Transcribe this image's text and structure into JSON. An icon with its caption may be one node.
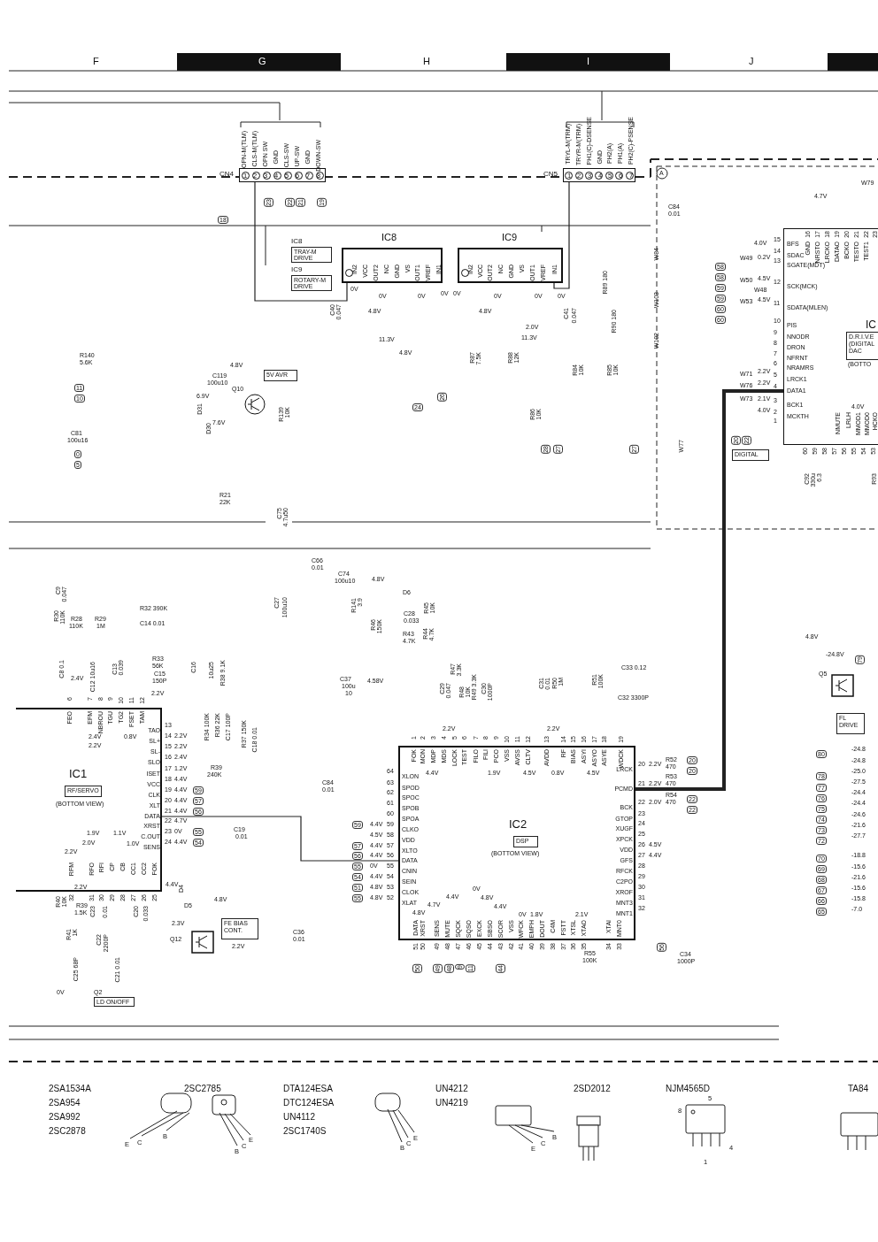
{
  "diagram": {
    "nodes": [
      {
        "text": [
          "CN4"
        ],
        "beside": [
          "OPN-M(TLM)",
          "CLS-M(TLM)",
          "OPN SW",
          "GND",
          "CLS-SW",
          "UP-SW",
          "GND",
          "DOWN-SW"
        ]
      },
      {
        "text": [
          "CN5"
        ],
        "beside": [
          "TRYL-M(TRM)",
          "TRYR-M(TRM)",
          "PH1(C)-DSENSE",
          "GND",
          "PH2(A)",
          "PH1(A)",
          "PH2(C)-PSENSE"
        ]
      },
      {
        "text": [
          "IC8",
          "TRAY-M DRIVE"
        ]
      },
      {
        "text": [
          "IC9",
          "ROTARY-M DRIVE"
        ]
      },
      {
        "text": [
          "IC8"
        ]
      },
      {
        "text": [
          "IC9"
        ]
      },
      {
        "text": [
          "IC",
          "(BOTTO"
        ]
      },
      {
        "text": [
          "D.R.I.V.E (DIGITAL DAC"
        ],
        "in": 6
      },
      {
        "text": [
          "5V AVR"
        ]
      },
      {
        "text": [
          "Q10"
        ]
      },
      {
        "text": [
          "DIGITAL"
        ]
      },
      {
        "text": [
          "IC1",
          "(BOTTOM VIEW)"
        ]
      },
      {
        "text": [
          "RF/SERVO"
        ],
        "in": 11
      },
      {
        "text": [
          "IC2",
          "(BOTTOM VIEW)"
        ]
      },
      {
        "text": [
          "DSP"
        ],
        "in": 13
      },
      {
        "text": [
          "Q5"
        ]
      },
      {
        "text": [
          "FL DRIVE"
        ]
      },
      {
        "text": [
          "Q12"
        ]
      },
      {
        "text": [
          "FE BIAS CONT."
        ]
      },
      {
        "text": [
          "Q2",
          "LD ON/OFF"
        ]
      }
    ],
    "edges": [
      {
        "from": 0,
        "to": 4,
        "arrow": "none"
      },
      {
        "from": 1,
        "to": 5,
        "arrow": "none"
      },
      {
        "from": 11,
        "to": 13,
        "arrow": "none"
      },
      {
        "from": 13,
        "to": 6,
        "arrow": "none",
        "style": "thick"
      }
    ],
    "labels": [
      "F",
      "G",
      "H",
      "I",
      "J",
      "1",
      "2",
      "3",
      "4",
      "5",
      "6",
      "7",
      "8",
      "23",
      "22",
      "21",
      "19",
      "18",
      "1",
      "2",
      "3",
      "4",
      "5",
      "6",
      "7",
      "A",
      "IN2",
      "VCC",
      "OUT2",
      "NC",
      "GND",
      "VS",
      "OUT1",
      "VREF",
      "IN1",
      "IN2",
      "VCC",
      "OUT2",
      "NC",
      "GND",
      "VS",
      "OUT1",
      "VREF",
      "IN1",
      "0V",
      "0V",
      "0V",
      "4.8V",
      "11.3V",
      "4.8V",
      "0V",
      "0V",
      "0V",
      "0V",
      "0V",
      "4.8V",
      "2.0V",
      "11.3V",
      "C40",
      "0.047",
      "C41",
      "0.047",
      "R89 180",
      "R90 180",
      "R87",
      "7.5K",
      "R88",
      "12K",
      "R84",
      "10K",
      "R85",
      "10K",
      "R86",
      "10K",
      "C119",
      "100u10",
      "R139",
      "10K",
      "4.8V",
      "6.9V",
      "7.6V",
      "D31",
      "D30",
      "R140",
      "5.6K",
      "11",
      "10",
      "0",
      "5",
      "24",
      "26",
      "28",
      "27",
      "27",
      "20",
      "22",
      "C81",
      "100u16",
      "R21",
      "22K",
      "C75",
      "4.7u50",
      "C66",
      "0.01",
      "C74",
      "100u10",
      "4.8V",
      "R141",
      "3.9",
      "D6",
      "C28",
      "0.033",
      "R45",
      "10K",
      "R46",
      "150K",
      "R43",
      "4.7K",
      "R44",
      "4.7K",
      "C27",
      "100u10",
      "C37",
      "100u",
      "10",
      "4.58V",
      "C9",
      "0.047",
      "R30",
      "110K",
      "R28",
      "110K",
      "R29",
      "1M",
      "R32 390K",
      "C14 0.01",
      "C8 0.1",
      "C12 10u16",
      "C13",
      "0.039",
      "2.4V",
      "R33",
      "56K",
      "C15",
      "150P",
      "2.2V",
      "C16",
      "10u25",
      "R38 9.1K",
      "6",
      "7",
      "8",
      "9",
      "10",
      "11",
      "12",
      "FEO",
      "EFM",
      "NBROU",
      "TGU",
      "TG2",
      "FSET",
      "TAM",
      "2.4V",
      "2.2V",
      "0.8V",
      "TAO",
      "SL+",
      "SL-",
      "SLO",
      "ISET",
      "VCC",
      "CLK",
      "XLT",
      "DATA",
      "XRST",
      "C.OUT",
      "SENS",
      "13",
      "14",
      "15",
      "16",
      "17",
      "18",
      "19",
      "20",
      "21",
      "22",
      "23",
      "24",
      "2.2V",
      "2.2V",
      "2.4V",
      "1.2V",
      "4.4V",
      "4.4V",
      "4.4V",
      "4.4V",
      "4.7V",
      "0V",
      "4.4V",
      "59",
      "57",
      "56",
      "55",
      "54",
      "R34 100K",
      "R36 22K",
      "C17 100P",
      "R37 150K",
      "C18 0.01",
      "R39",
      "240K",
      "C19",
      "0.01",
      "RFM",
      "RFO",
      "RFI",
      "CP",
      "CB",
      "CC1",
      "CC2",
      "FOK",
      "32",
      "31",
      "30",
      "29",
      "28",
      "27",
      "26",
      "25",
      "1.9V",
      "2.0V",
      "2.2V",
      "1.1V",
      "1.0V",
      "2.2V",
      "4.4V",
      "R40",
      "10K",
      "R39",
      "1.5K",
      "C23",
      "0.01",
      "C20",
      "0.033",
      "D4",
      "D5",
      "4.8V",
      "2.3V",
      "2.2V",
      "C22",
      "2200P",
      "R41",
      "1K",
      "C25 68P",
      "C21 0.01",
      "0V",
      "C84",
      "0.01",
      "C36",
      "0.01",
      "FOK",
      "MON",
      "MDP",
      "MDS",
      "LOCK",
      "TEST",
      "FILO",
      "FILI",
      "PCO",
      "VSS",
      "AVSS",
      "CLTV",
      "AVDD",
      "RF",
      "BIAS",
      "ASYI",
      "ASYO",
      "ASYE",
      "WDCK",
      "1",
      "2",
      "3",
      "4",
      "5",
      "6",
      "7",
      "8",
      "9",
      "10",
      "11",
      "12",
      "13",
      "14",
      "15",
      "16",
      "17",
      "18",
      "19",
      "2.2V",
      "4.4V",
      "1.9V",
      "4.5V",
      "2.2V",
      "0.8V",
      "4.5V",
      "XLON",
      "SPOD",
      "SPOC",
      "SPOB",
      "SPOA",
      "CLKO",
      "VDD",
      "XLTO",
      "DATA",
      "CNIN",
      "SEIN",
      "CLOK",
      "XLAT",
      "64",
      "63",
      "62",
      "61",
      "60",
      "59",
      "58",
      "57",
      "56",
      "55",
      "54",
      "53",
      "52",
      "4.4V",
      "4.5V",
      "4.4V",
      "4.4V",
      "0V",
      "4.4V",
      "4.8V",
      "4.8V",
      "59",
      "57",
      "56",
      "55",
      "54",
      "51",
      "55",
      "LRCK",
      "PCMD",
      "BCK",
      "GTOP",
      "XUGF",
      "XPCK",
      "VDD",
      "GFS",
      "RFCK",
      "C2PO",
      "XROF",
      "MNT3",
      "MNT1",
      "20",
      "21",
      "22",
      "23",
      "24",
      "25",
      "26",
      "27",
      "28",
      "29",
      "30",
      "31",
      "32",
      "2.2V",
      "2.2V",
      "2.0V",
      "4.5V",
      "4.4V",
      "R52",
      "470",
      "R53",
      "470",
      "R54",
      "470",
      "20",
      "20",
      "22",
      "22",
      "DATA",
      "XRST",
      "SENS",
      "MUTE",
      "SQCK",
      "SQSO",
      "EXCK",
      "SBSO",
      "SCOR",
      "VSS",
      "WFCK",
      "EMPH",
      "DOUT",
      "C4M",
      "FSTT",
      "XTSL",
      "XTAO",
      "XTAI",
      "MNT0",
      "51",
      "50",
      "49",
      "48",
      "47",
      "46",
      "45",
      "44",
      "43",
      "42",
      "41",
      "40",
      "39",
      "38",
      "37",
      "36",
      "35",
      "34",
      "33",
      "4.8V",
      "4.7V",
      "4.4V",
      "0V",
      "4.8V",
      "4.4V",
      "0V",
      "1.8V",
      "2.1V",
      "50",
      "49",
      "48",
      "9",
      "11",
      "44",
      "56",
      "R55",
      "100K",
      "C34",
      "1000P",
      "R47",
      "3.3K",
      "C29",
      "0.047",
      "R48",
      "10K",
      "R49 3.3K",
      "C30",
      "1000P",
      "C31",
      "0.01",
      "R50",
      "1M",
      "R51",
      "100K",
      "C33 0.12",
      "C32 3300P",
      "16",
      "17",
      "18",
      "19",
      "20",
      "21",
      "22",
      "23",
      "GND",
      "NRSTO",
      "LRCKO",
      "DATAO",
      "BCKO",
      "TESTO",
      "TEST1",
      "15",
      "14",
      "13",
      "12",
      "11",
      "10",
      "9",
      "8",
      "7",
      "6",
      "5",
      "4",
      "3",
      "2",
      "1",
      "BFS",
      "SDAC",
      "SGATE(MDT)",
      "SCK(MCK)",
      "SDATA(MLEN)",
      "PIS",
      "NNODR",
      "DRON",
      "NFRNT",
      "NRAMRS",
      "LRCK1",
      "DATA1",
      "BCK1",
      "MCKTH",
      "4.0V",
      "0.2V",
      "4.5V",
      "4.5V",
      "2.2V",
      "2.2V",
      "2.1V",
      "4.0V",
      "W79",
      "4.7V",
      "C84",
      "0.01",
      "W49",
      "W50",
      "W48",
      "W53",
      "W71",
      "W76",
      "W73",
      "W84",
      "W103",
      "W102",
      "W77",
      "58",
      "58",
      "59",
      "59",
      "60",
      "60",
      "60",
      "59",
      "58",
      "57",
      "56",
      "55",
      "54",
      "53",
      "NMUTE",
      "LRLH",
      "MMOD1",
      "MMOD0",
      "HCKO",
      "4.0V",
      "C92",
      "330u",
      "6.3",
      "R93",
      "4.8V",
      "-24.8V",
      "79",
      "80",
      "78",
      "77",
      "76",
      "75",
      "74",
      "73",
      "72",
      "70",
      "69",
      "68",
      "67",
      "66",
      "65",
      "-24.8",
      "-24.8",
      "-25.0",
      "-27.5",
      "-24.4",
      "-24.4",
      "-24.6",
      "-21.6",
      "-27.7",
      "-18.8",
      "-15.6",
      "-21.6",
      "-15.6",
      "-15.8",
      "-7.0",
      "2SA1534A",
      "2SA954",
      "2SA992",
      "2SC2878",
      "2SC2785",
      "DTA124ESA",
      "DTC124ESA",
      "UN4112",
      "2SC1740S",
      "UN4212",
      "UN4219",
      "2SD2012",
      "NJM4565D",
      "TA84",
      "E",
      "C",
      "B",
      "B",
      "C",
      "E",
      "B",
      "C",
      "E",
      "E",
      "C",
      "B",
      "5",
      "8",
      "4",
      "1"
    ]
  }
}
